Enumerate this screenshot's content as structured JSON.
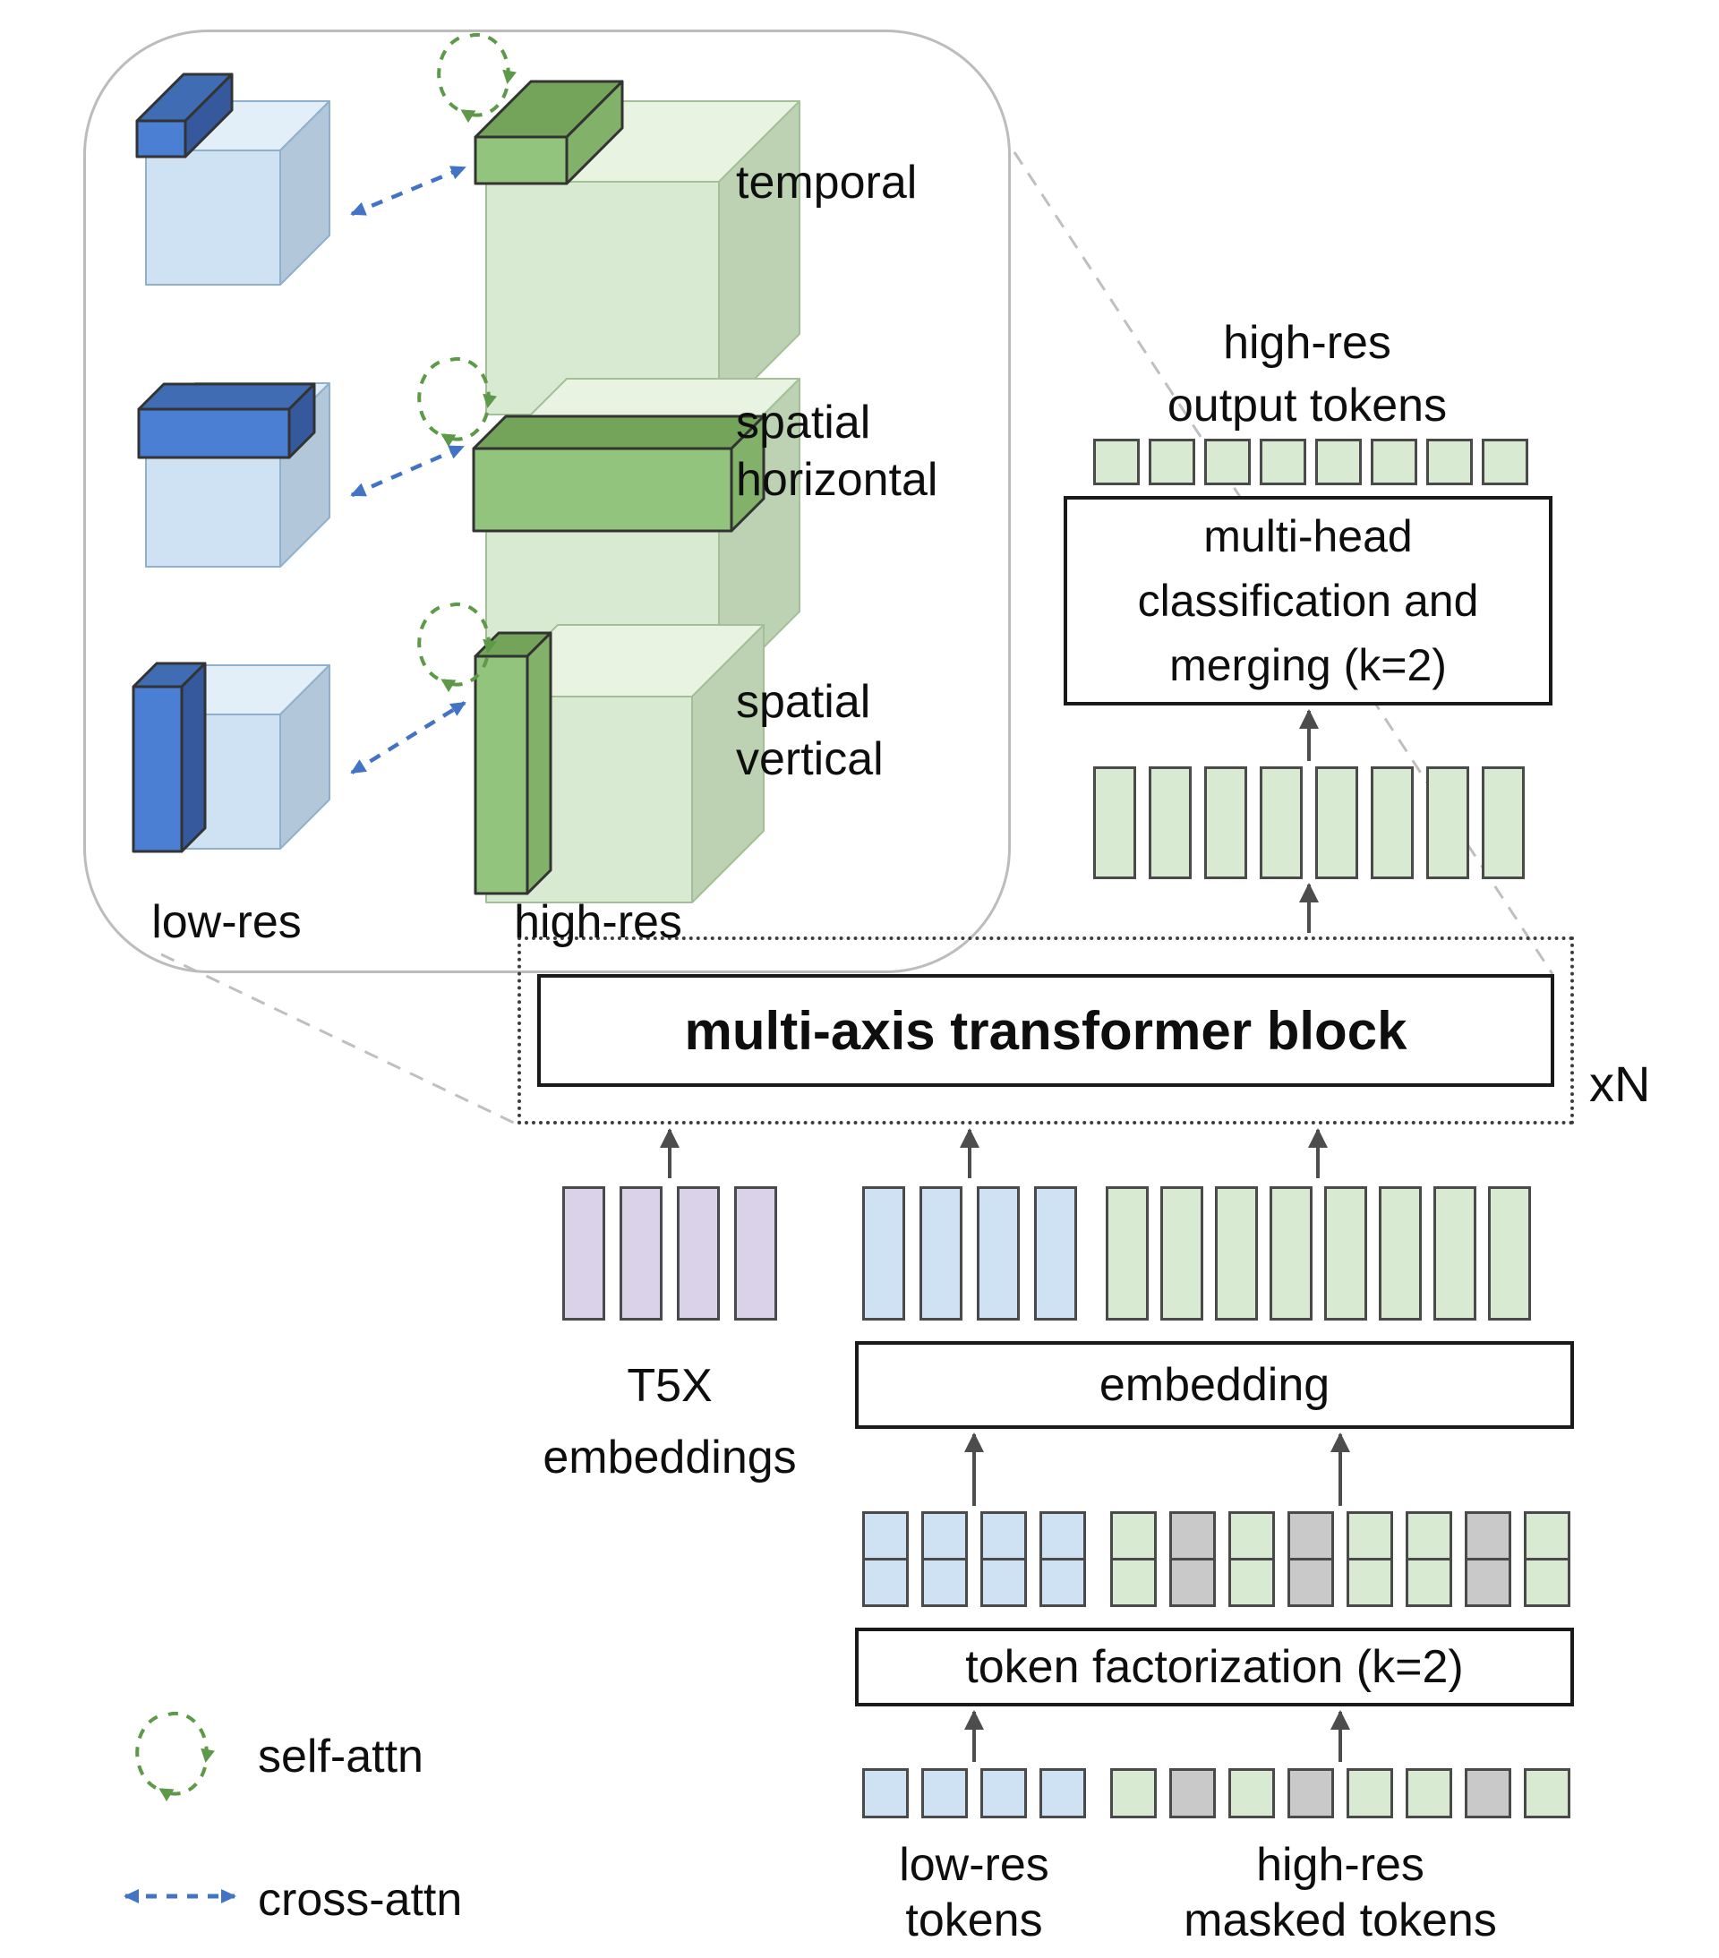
{
  "inset": {
    "temporal": "temporal",
    "spatial_horizontal": "spatial\nhorizontal",
    "spatial_vertical": "spatial\nvertical",
    "low_res": "low-res",
    "high_res": "high-res"
  },
  "flow": {
    "output_label": "high-res\noutput tokens",
    "multihead_l1": "multi-head",
    "multihead_l2": "classification and",
    "multihead_l3": "merging (k=2)",
    "transformer": "multi-axis transformer block",
    "repeat": "xN",
    "embedding": "embedding",
    "t5x": "T5X\nembeddings",
    "factorization": "token factorization (k=2)",
    "lowres_tokens": "low-res\ntokens",
    "highres_masked": "high-res\nmasked tokens"
  },
  "legend": {
    "self_attn": "self-attn",
    "cross_attn": "cross-attn"
  },
  "colors": {
    "light_blue": "#cfe2f3",
    "accent_blue": "#4a7fd4",
    "light_green": "#d9ead3",
    "accent_green": "#93c47d",
    "purple": "#d9d2e9",
    "masked_gray": "#c9c9c9",
    "self_attn_green": "#5d9948",
    "cross_attn_blue": "#4273c4"
  },
  "tokens": {
    "output_row": {
      "stacked": false,
      "cells": [
        "green",
        "green",
        "green",
        "green",
        "green",
        "green",
        "green",
        "green"
      ]
    },
    "premerge_row": {
      "stacked": false,
      "cells": [
        "green",
        "green",
        "green",
        "green",
        "green",
        "green",
        "green",
        "green"
      ]
    },
    "t5x_row": {
      "stacked": false,
      "cells": [
        "purple",
        "purple",
        "purple",
        "purple"
      ]
    },
    "emb_low_row": {
      "stacked": false,
      "cells": [
        "blue",
        "blue",
        "blue",
        "blue"
      ]
    },
    "emb_high_row": {
      "stacked": false,
      "cells": [
        "green",
        "green",
        "green",
        "green",
        "green",
        "green",
        "green",
        "green"
      ]
    },
    "stack_low_row": {
      "stacked": true,
      "cells": [
        "blue",
        "blue",
        "blue",
        "blue"
      ]
    },
    "stack_high_row": {
      "stacked": true,
      "cells": [
        "green",
        "gray",
        "green",
        "gray",
        "green",
        "green",
        "gray",
        "green"
      ]
    },
    "in_low_row": {
      "stacked": false,
      "cells": [
        "blue",
        "blue",
        "blue",
        "blue"
      ]
    },
    "in_high_row": {
      "stacked": false,
      "cells": [
        "green",
        "gray",
        "green",
        "gray",
        "green",
        "green",
        "gray",
        "green"
      ]
    }
  }
}
